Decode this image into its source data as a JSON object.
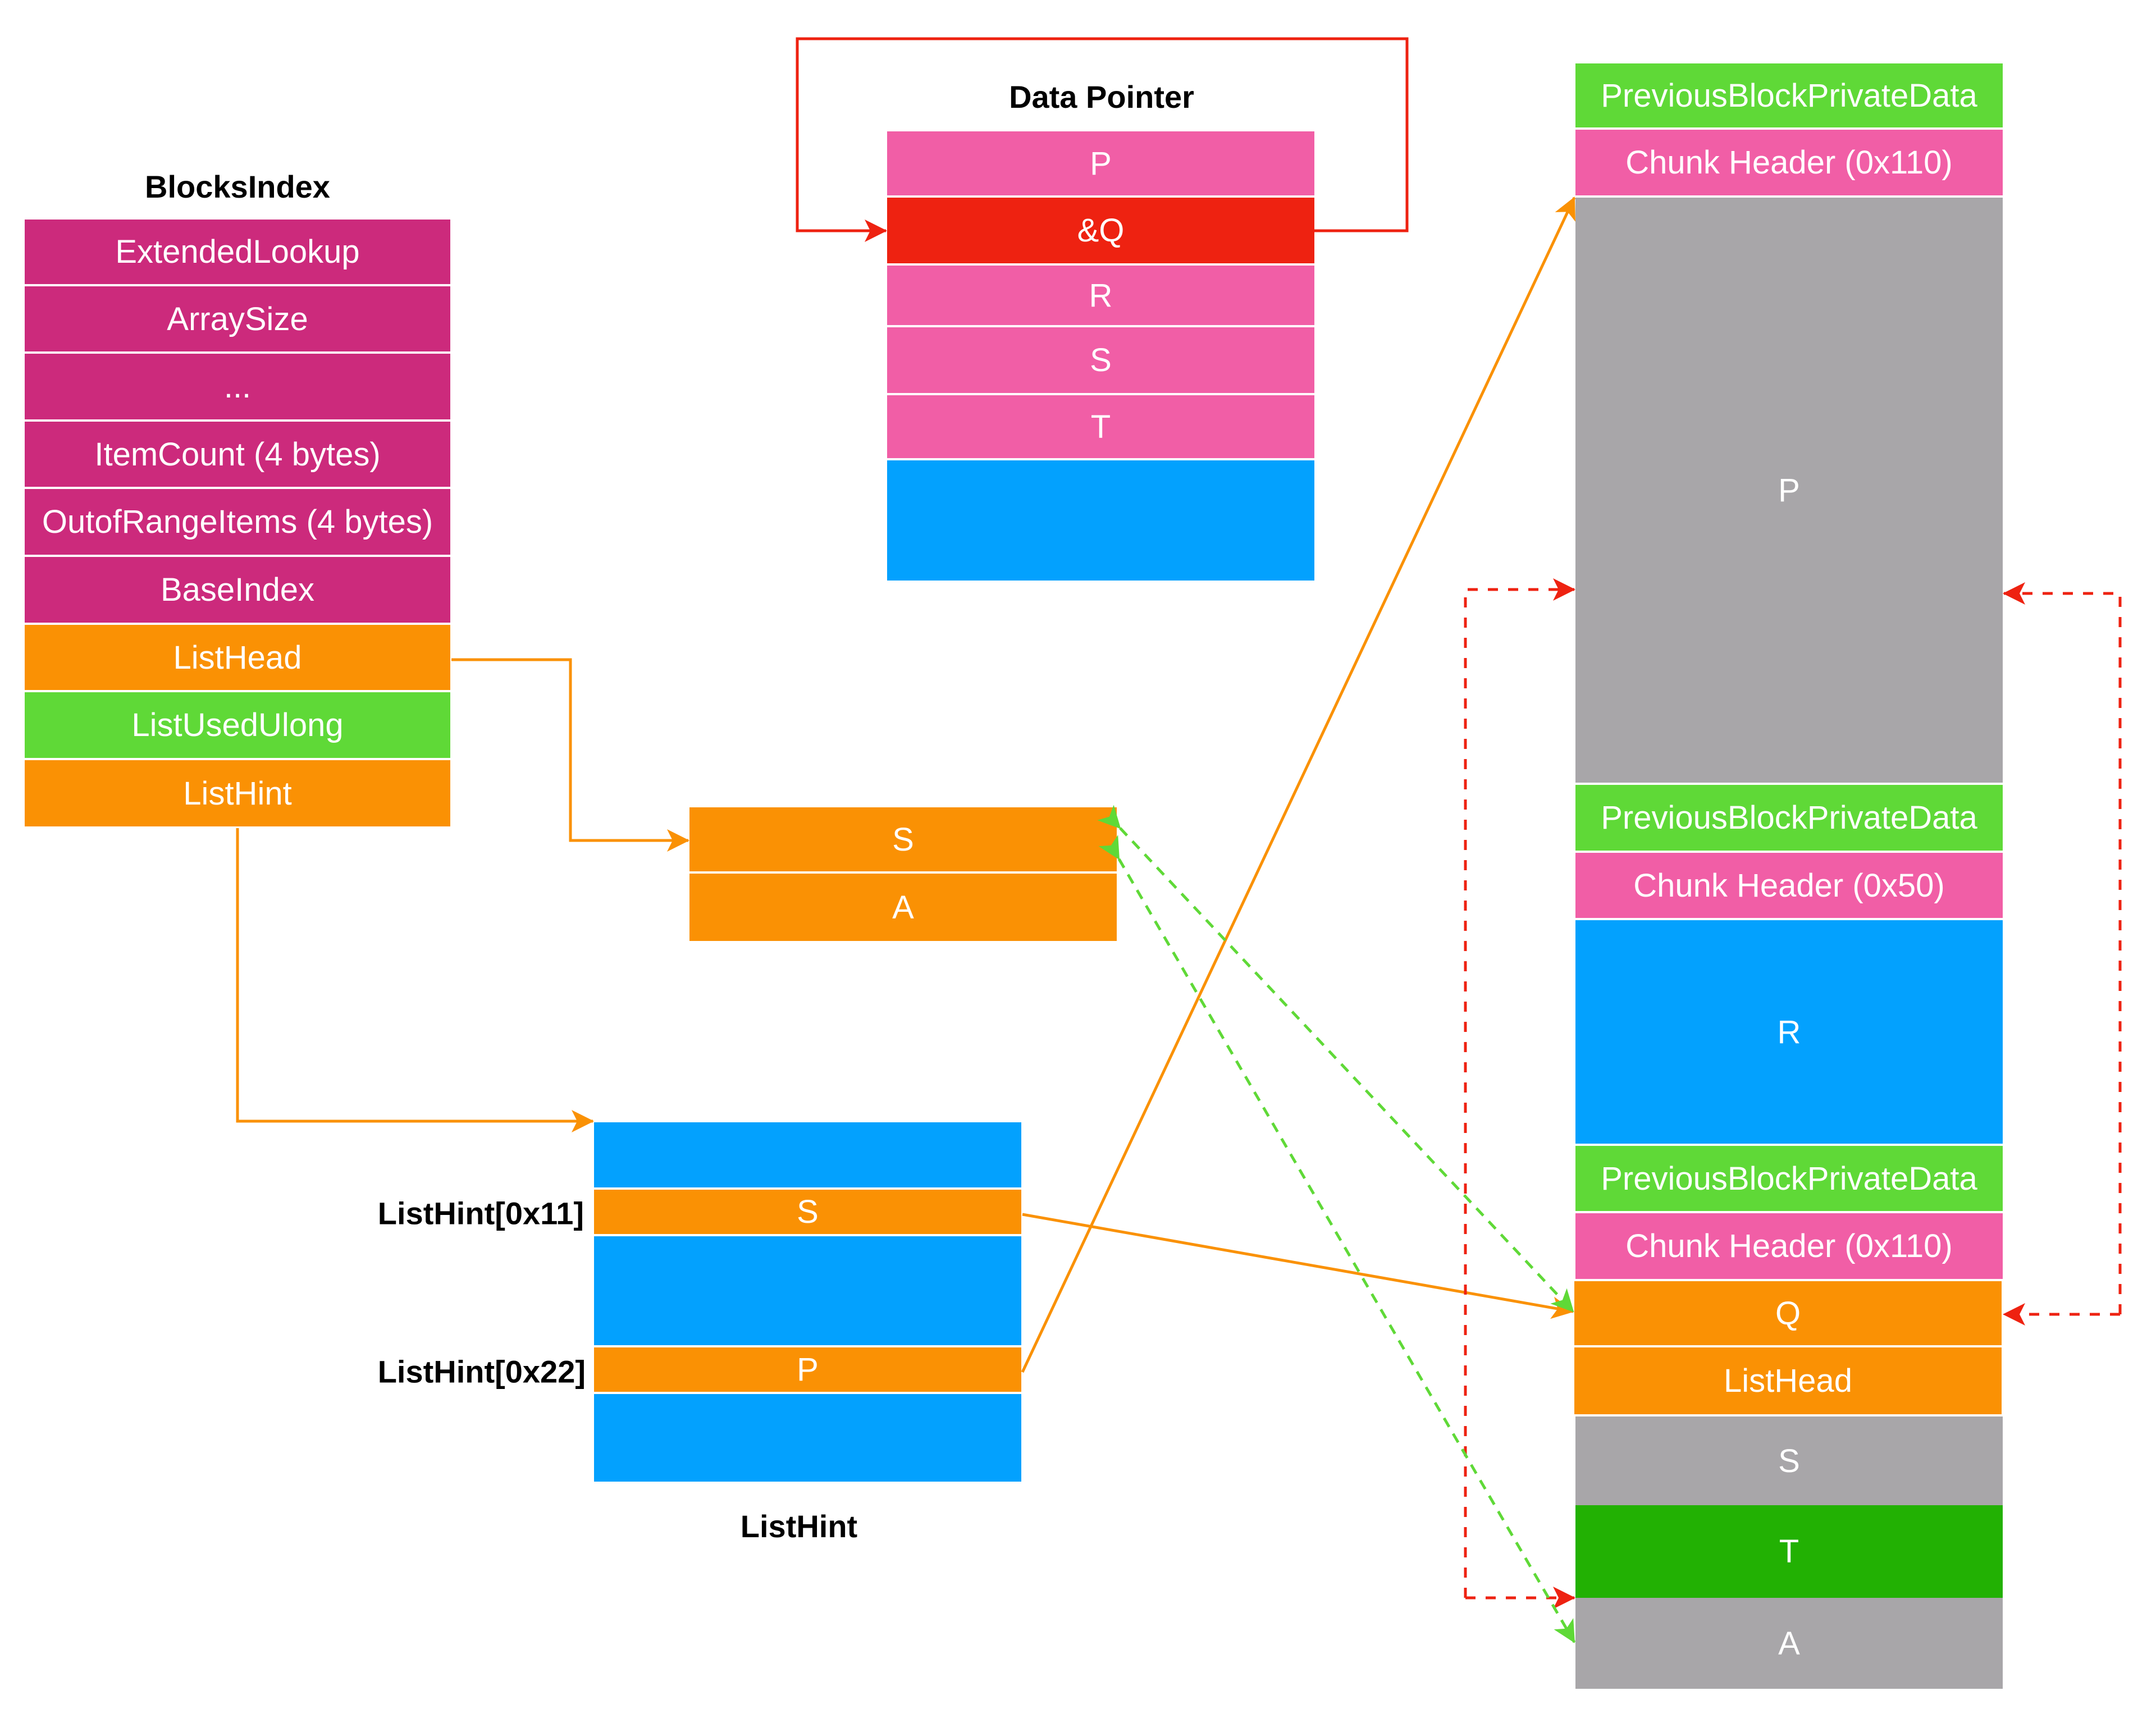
{
  "blocks_index": {
    "title": "BlocksIndex",
    "fields": [
      "ExtendedLookup",
      "ArraySize",
      "...",
      "ItemCount (4 bytes)",
      "OutofRangeItems (4 bytes)",
      "BaseIndex",
      "ListHead",
      "ListUsedUlong",
      "ListHint"
    ]
  },
  "data_pointer": {
    "title": "Data Pointer",
    "fields": [
      "P",
      "&Q",
      "R",
      "S",
      "T",
      ""
    ]
  },
  "list_head_entries": {
    "fields": [
      "S",
      "A"
    ]
  },
  "list_hint": {
    "title": "ListHint",
    "fields": [
      "",
      "S",
      "",
      "P",
      ""
    ],
    "index_labels": [
      "ListHint[0x11]",
      "ListHint[0x22]"
    ]
  },
  "heap": {
    "chunks": [
      "PreviousBlockPrivateData",
      "Chunk Header (0x110)",
      "P",
      "PreviousBlockPrivateData",
      "Chunk Header (0x50)",
      "R",
      "PreviousBlockPrivateData",
      "Chunk Header (0x110)",
      "Q",
      "ListHead",
      "S",
      "T",
      "A"
    ]
  },
  "colors": {
    "magenta": "#cc2a7c",
    "pink": "#f15ea6",
    "red": "#ee2211",
    "orange": "#fa9104",
    "green": "#5fd937",
    "dark_green": "#22b103",
    "blue": "#03a1fe",
    "grey": "#a8a6a9"
  }
}
